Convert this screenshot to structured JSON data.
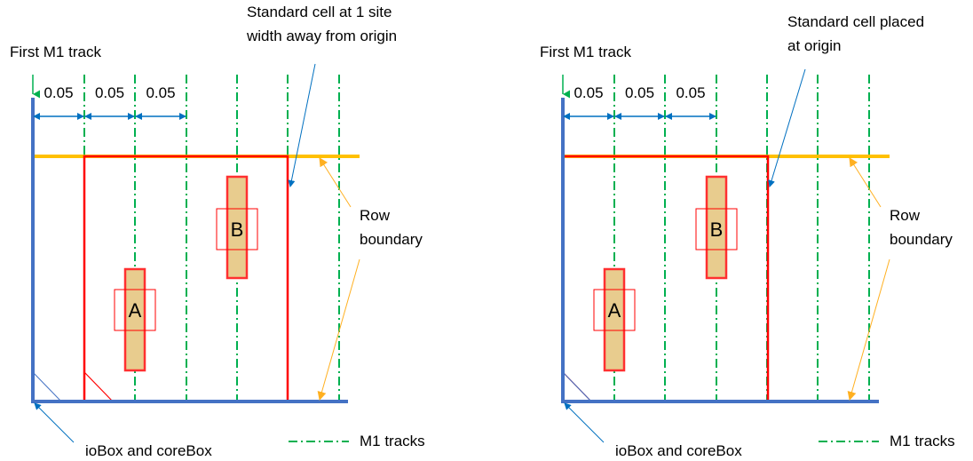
{
  "colors": {
    "box": "#4472C4",
    "track": "#00B050",
    "row": "#FFC000",
    "cell": "#FF0000",
    "pin_fill": "#E8CC8E",
    "pin_stroke": "#FF3030",
    "arrow_blue": "#0070C0",
    "arrow_orange": "#FFB020"
  },
  "panels": [
    {
      "first_track_label": "First M1 track",
      "pitch_labels": [
        "0.05",
        "0.05",
        "0.05"
      ],
      "cell_callout": [
        "Standard cell at 1 site",
        "width away from origin"
      ],
      "row_label": [
        "Row",
        "boundary"
      ],
      "box_label": "ioBox and coreBox",
      "legend_label": "M1 tracks",
      "pin_a": "A",
      "pin_b": "B"
    },
    {
      "first_track_label": "First M1 track",
      "pitch_labels": [
        "0.05",
        "0.05",
        "0.05"
      ],
      "cell_callout": [
        "Standard cell placed",
        "at origin"
      ],
      "row_label": [
        "Row",
        "boundary"
      ],
      "box_label": "ioBox and coreBox",
      "legend_label": "M1 tracks",
      "pin_a": "A",
      "pin_b": "B"
    }
  ]
}
